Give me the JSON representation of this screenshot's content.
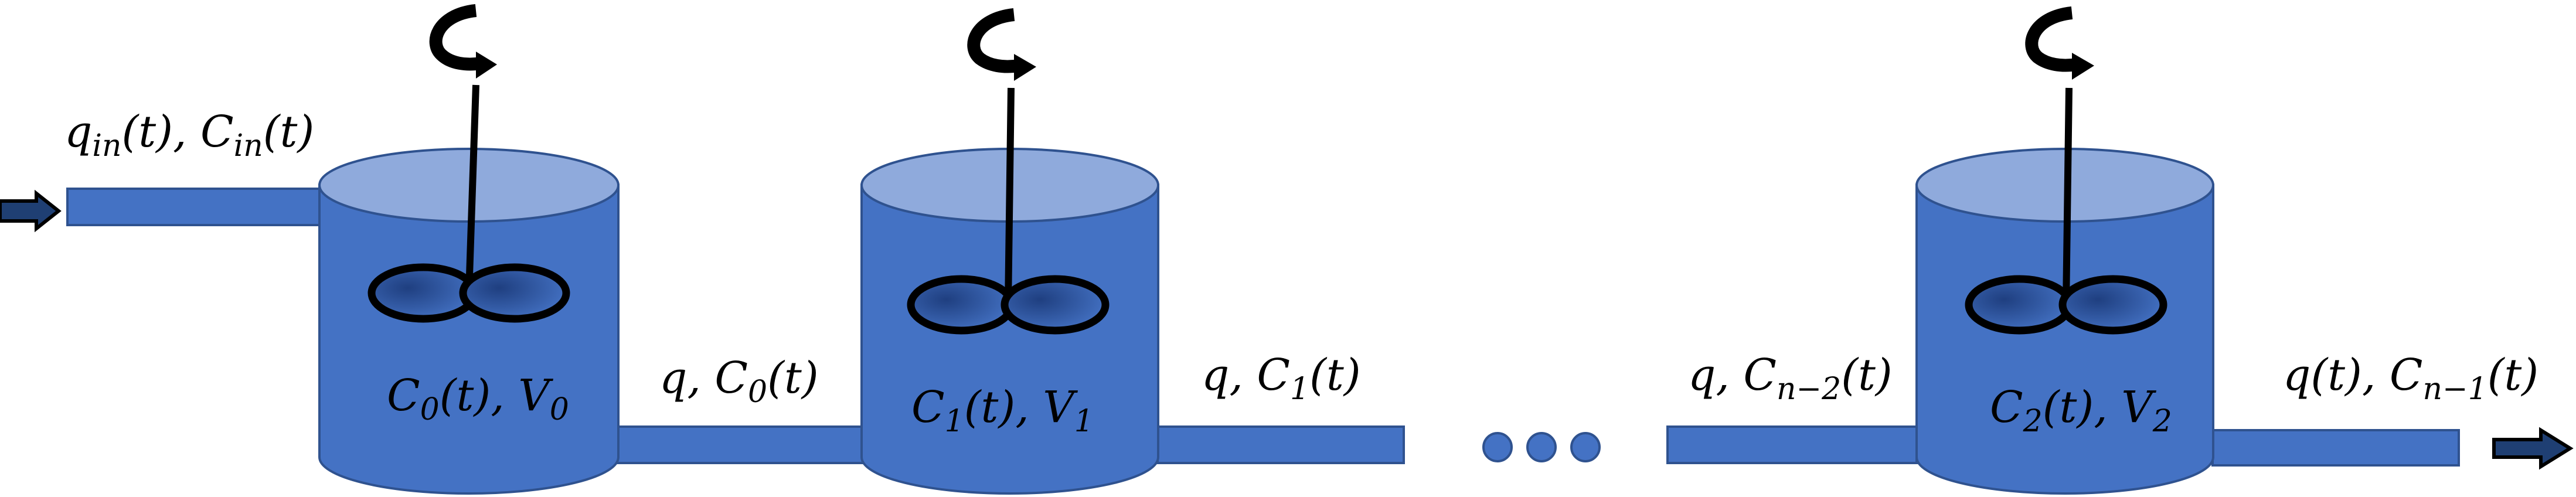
{
  "labels": {
    "inlet": {
      "q": "q",
      "q_sub": "in",
      "q_arg": "(t), ",
      "c": "C",
      "c_sub": "in",
      "c_arg": "(t)"
    },
    "tank0": {
      "c": "C",
      "c_sub": "0",
      "mid": "(t), ",
      "v": "V",
      "v_sub": "0"
    },
    "tank1": {
      "c": "C",
      "c_sub": "1",
      "mid": "(t), ",
      "v": "V",
      "v_sub": "1"
    },
    "tank2": {
      "c": "C",
      "c_sub": "2",
      "mid": "(t), ",
      "v": "V",
      "v_sub": "2"
    },
    "flow01": {
      "pre": "q, ",
      "c": "C",
      "c_sub": "0",
      "arg": "(t)"
    },
    "flow12": {
      "pre": "q, ",
      "c": "C",
      "c_sub": "1",
      "arg": "(t)"
    },
    "flow_prelast": {
      "pre": "q, ",
      "c": "C",
      "c_sub": "n−2",
      "arg": "(t)"
    },
    "outlet": {
      "pre": "q(t), ",
      "c": "C",
      "c_sub": "n−1",
      "arg": "(t)"
    }
  },
  "colors": {
    "tank_body": "#4472C4",
    "tank_top": "#8FAADC",
    "pipe": "#4472C4",
    "outline": "#2F528F",
    "stroke": "#000000"
  }
}
